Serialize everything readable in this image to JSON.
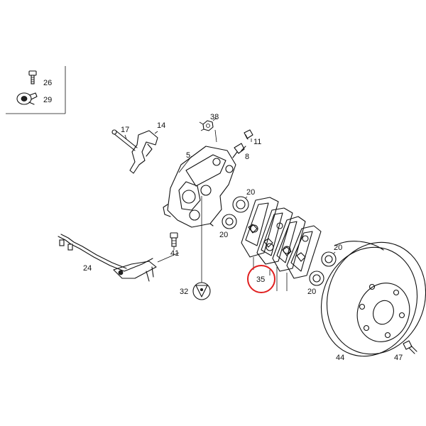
{
  "diagram": {
    "highlight_color": "#e02020",
    "highlighted_label": "35",
    "inset_labels": [
      "26",
      "29"
    ],
    "labels": {
      "p26": "26",
      "p29": "29",
      "p38": "38",
      "p14": "14",
      "p17": "17",
      "p5": "5",
      "p11": "11",
      "p8": "8",
      "p20a": "20",
      "p20b": "20",
      "p20c": "20",
      "p20d": "20",
      "p41": "41",
      "p24": "24",
      "p32": "32",
      "p35": "35",
      "p44": "44",
      "p47": "47"
    }
  }
}
